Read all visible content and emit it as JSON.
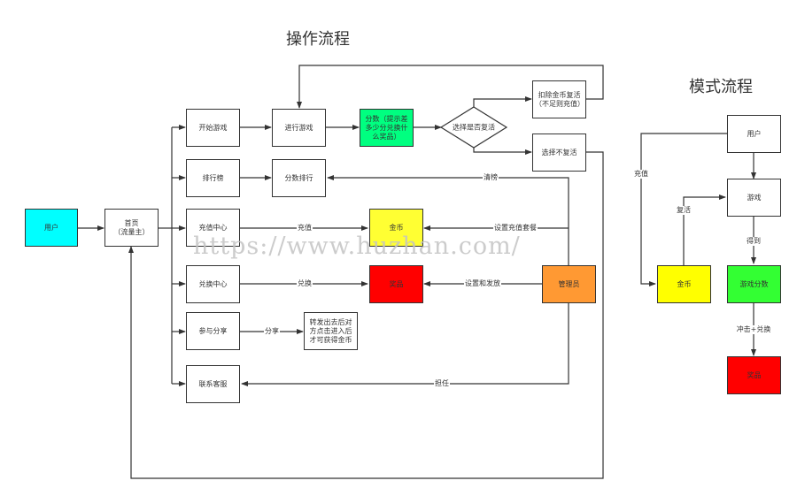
{
  "titles": {
    "operation_flow": "操作流程",
    "mode_flow": "模式流程"
  },
  "colors": {
    "user": "#00ffff",
    "score": "#00ff80",
    "coins": "#ffff33",
    "prize": "#ff0000",
    "admin": "#ff9933",
    "game_score": "#33ff33"
  },
  "operation": {
    "user": "用户",
    "home_line1": "首页",
    "home_line2": "（流量主）",
    "start_game": "开始游戏",
    "play_game": "进行游戏",
    "score": "分数（提示差多少分兑换什么奖品）",
    "decision": "选择是否复活",
    "deduct_revive": "扣除金币复活（不足则充值）",
    "no_revive": "选择不复活",
    "leaderboard": "排行榜",
    "score_ranking": "分数排行",
    "recharge_center": "充值中心",
    "coins": "金币",
    "exchange_center": "兑换中心",
    "prize": "奖品",
    "admin": "管理员",
    "share": "参与分享",
    "share_result": "转发出去后对方点击进入后才可获得金币",
    "contact_service": "联系客服"
  },
  "edge_labels": {
    "clear_board": "清榜",
    "recharge": "充值",
    "set_recharge_package": "设置充值套餐",
    "exchange": "兑换",
    "set_and_distribute": "设置和发放",
    "share": "分享",
    "duty": "担任"
  },
  "mode": {
    "user": "用户",
    "game": "游戏",
    "coins": "金币",
    "game_score": "游戏分数",
    "prize": "奖品",
    "recharge_label": "充值",
    "revive_label": "复活",
    "get_label": "得到",
    "redeem_label": "冲击+兑换"
  },
  "watermark": "https://www.huzhan.com/"
}
